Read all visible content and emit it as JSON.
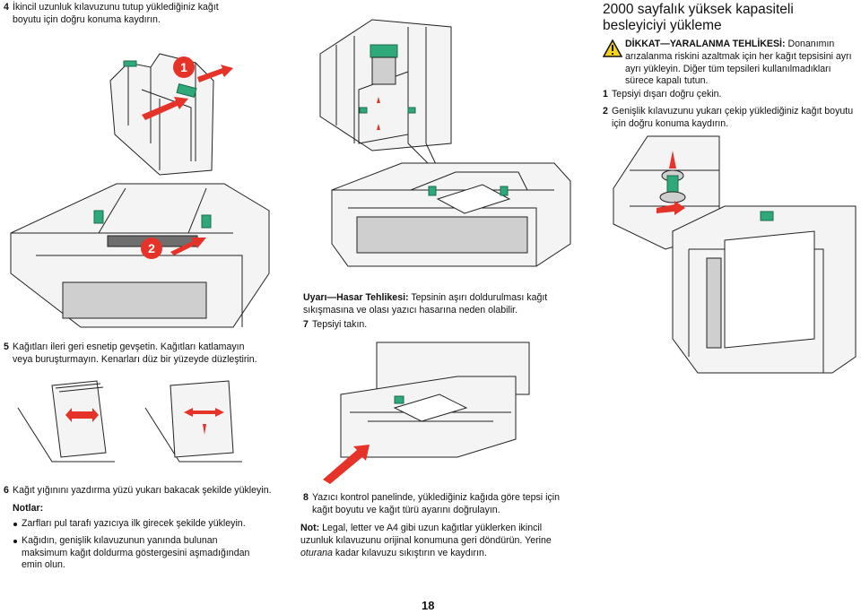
{
  "left_column": {
    "step4": {
      "num": "4",
      "text": "İkincil uzunluk kılavuzunu tutup yüklediğiniz kağıt boyutu için doğru konuma kaydırın."
    },
    "step5": {
      "num": "5",
      "text": "Kağıtları ileri geri esnetip gevşetin. Kağıtları katlamayın veya buruşturmayın. Kenarları düz bir yüzeyde düzleştirin."
    },
    "step6": {
      "num": "6",
      "text": "Kağıt yığınını yazdırma yüzü yukarı bakacak şekilde yükleyin."
    },
    "notes_label": "Notlar:",
    "notes": [
      "Zarfları pul tarafı yazıcıya ilk girecek şekilde yükleyin.",
      "Kağıdın, genişlik kılavuzunun yanında bulunan maksimum kağıt doldurma göstergesini aşmadığından emin olun."
    ],
    "callouts": [
      "1",
      "2"
    ]
  },
  "middle_column": {
    "warning_label": "Uyarı—Hasar Tehlikesi:",
    "warning_text": " Tepsinin aşırı doldurulması kağıt sıkışmasına ve olası yazıcı hasarına neden olabilir.",
    "step7": {
      "num": "7",
      "text": "Tepsiyi takın."
    },
    "step8": {
      "num": "8",
      "text": "Yazıcı kontrol panelinde, yüklediğiniz kağıda göre tepsi için kağıt boyutu ve kağıt türü ayarını doğrulayın."
    },
    "note_label": "Not:",
    "note_text_before": " Legal, letter ve A4 gibi uzun kağıtlar yüklerken ikincil uzunluk kılavuzunu orijinal konumuna geri döndürün. Yerine ",
    "note_text_italic": "oturana",
    "note_text_after": " kadar kılavuzu sıkıştırın ve kaydırın."
  },
  "right_column": {
    "title": "2000 sayfalık yüksek kapasiteli besleyiciyi yükleme",
    "caution_label": "DİKKAT—YARALANMA TEHLİKESİ:",
    "caution_text": " Donanımın arızalanma riskini azaltmak için her kağıt tepsisini ayrı ayrı yükleyin. Diğer tüm tepsileri kullanılmadıkları sürece kapalı tutun.",
    "step1": {
      "num": "1",
      "text": "Tepsiyi dışarı doğru çekin."
    },
    "step2": {
      "num": "2",
      "text": "Genişlik kılavuzunu yukarı çekip yüklediğiniz kağıt boyutu için doğru konuma kaydırın."
    }
  },
  "page_number": "18",
  "icons": [
    "caution-triangle-icon",
    "callout-badge-icon",
    "arrow-icon"
  ],
  "colors": {
    "accent_red": "#e5332a",
    "guide_green": "#2fa87a",
    "line": "#222222"
  }
}
